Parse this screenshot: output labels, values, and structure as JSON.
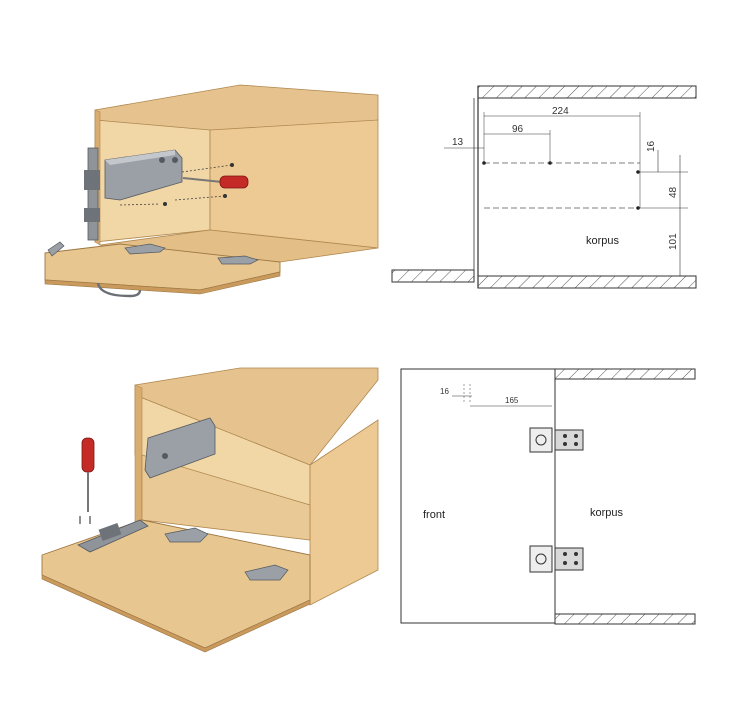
{
  "top_drawing": {
    "label_korpus": "korpus",
    "dim_width": "224",
    "dim_offset": "96",
    "dim_left": "13",
    "dim_top": "16",
    "dim_height": "48",
    "dim_bottom": "101"
  },
  "bottom_drawing": {
    "label_front": "front",
    "label_korpus": "korpus",
    "dim_hinge_width": "16",
    "dim_hinge_offset": "165"
  },
  "colors": {
    "wood_top": "#e8c896",
    "wood_face": "#f0d4a4",
    "wood_side": "#dcb27a",
    "wood_inner": "#e9c995",
    "metal": "#8f949a",
    "metal_dark": "#5d6268",
    "screwdriver_red": "#c42a26",
    "line": "#333333"
  }
}
